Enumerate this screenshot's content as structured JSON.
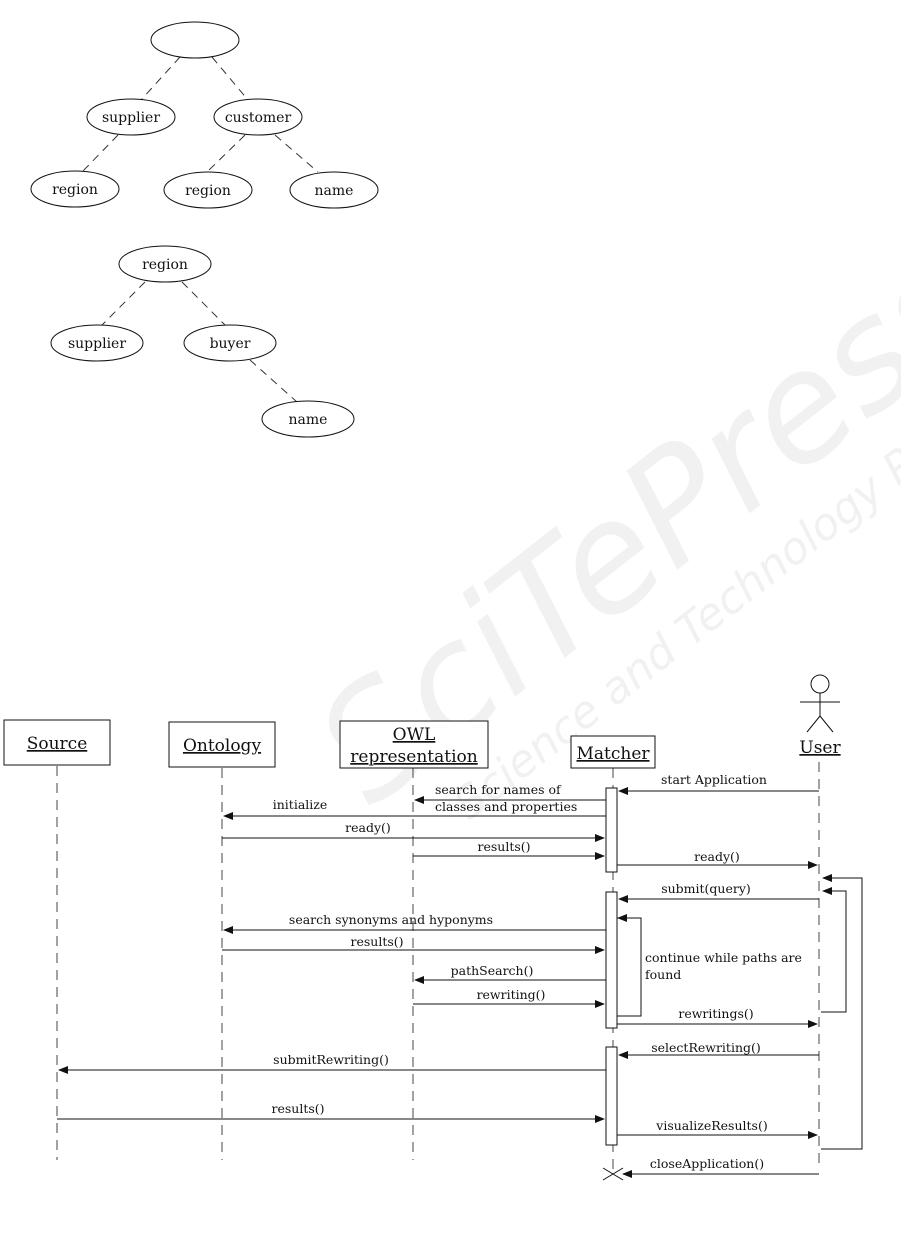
{
  "tree1": {
    "root": "",
    "level1": [
      "supplier",
      "customer"
    ],
    "supplier_children": [
      "region"
    ],
    "customer_children": [
      "region",
      "name"
    ]
  },
  "tree2": {
    "root": "region",
    "level1": [
      "supplier",
      "buyer"
    ],
    "buyer_children": [
      "name"
    ]
  },
  "sequence": {
    "participants": {
      "source": "Source",
      "ontology": "Ontology",
      "owl_line1": "OWL",
      "owl_line2": "representation",
      "matcher": "Matcher",
      "user": "User"
    },
    "messages": {
      "start_app": "start Application",
      "search_names_1": "search for names of",
      "search_names_2": "classes and properties",
      "initialize": "initialize",
      "ready1": "ready()",
      "results1": "results()",
      "ready2": "ready()",
      "submit_query": "submit(query)",
      "search_syn": "search synonyms and hyponyms",
      "results2": "results()",
      "path_search": "pathSearch()",
      "rewriting": "rewriting()",
      "rewritings": "rewritings()",
      "select_rewriting": "selectRewriting()",
      "submit_rewriting": "submitRewriting()",
      "results3": "results()",
      "visualize": "visualizeResults()",
      "close_app": "closeApplication()"
    },
    "loop_note_1": "continue while paths are",
    "loop_note_2": "found"
  },
  "watermark": {
    "line1": "SciTePress",
    "line2": "Science and Technology Publications"
  }
}
